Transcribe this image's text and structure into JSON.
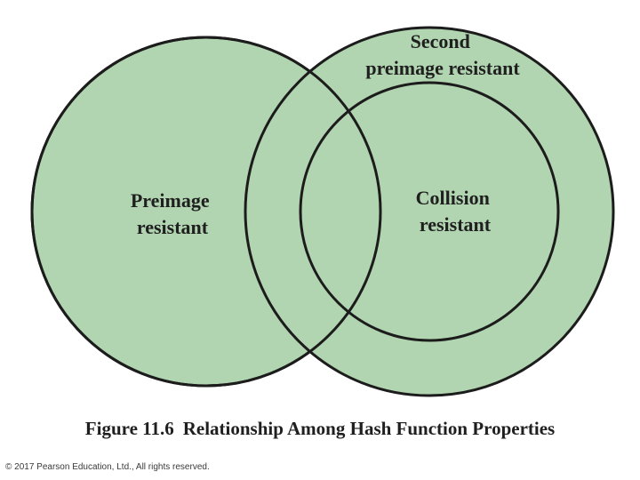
{
  "colors": {
    "fill": "#b2d5b1",
    "stroke": "#1c1c1c",
    "background": "#ffffff"
  },
  "diagram": {
    "sets": {
      "preimage": {
        "line1": "Preimage",
        "line2": "resistant"
      },
      "second_preimage": {
        "line1": "Second",
        "line2": "preimage resistant"
      },
      "collision": {
        "line1": "Collision",
        "line2": "resistant"
      }
    }
  },
  "caption": {
    "number": "Figure 11.6",
    "title": "Relationship Among Hash Function Properties"
  },
  "footer": {
    "copyright": "© 2017 Pearson Education, Ltd., All rights reserved."
  }
}
